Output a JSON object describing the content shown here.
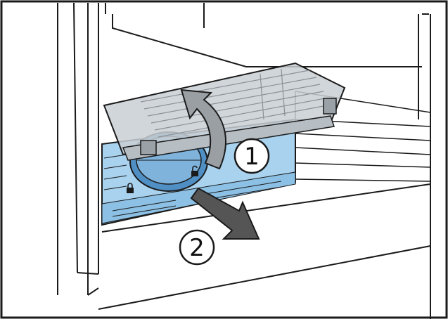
{
  "steps": [
    {
      "number": "1",
      "action": "rotate-up-arrow"
    },
    {
      "number": "2",
      "action": "pull-out-arrow"
    }
  ],
  "icons": [
    "lock-icon",
    "unlock-icon"
  ],
  "colors": {
    "line": "#1a1a1a",
    "blue_panel": "#a9d2ee",
    "blue_dark": "#4f8fc4",
    "cover_grey": "#c9cfd4",
    "arrow_grey": "#555555"
  }
}
